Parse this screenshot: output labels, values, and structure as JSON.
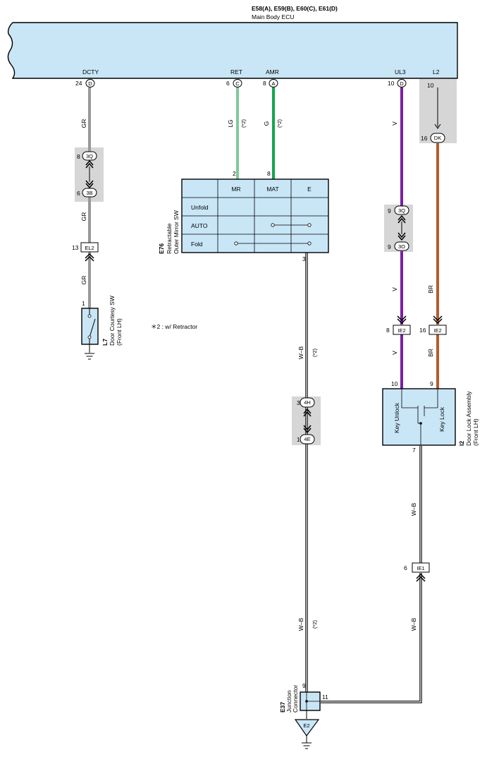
{
  "ecu": {
    "connectors": "E58(A), E59(B), E60(C), E61(D)",
    "name": "Main Body ECU",
    "pins": {
      "dcty": {
        "name": "DCTY",
        "num": "24",
        "conn": "D"
      },
      "ret": {
        "name": "RET",
        "num": "6",
        "conn": "C"
      },
      "amr": {
        "name": "AMR",
        "num": "8",
        "conn": "A"
      },
      "ul3": {
        "name": "UL3",
        "num": "10",
        "conn": "D"
      },
      "l2": {
        "name": "L2",
        "num": "10"
      }
    }
  },
  "wires": {
    "gr": "GR",
    "lg": "LG",
    "g": "G",
    "v": "V",
    "br": "BR",
    "wb": "W–B",
    "note_mark": "(*2)",
    "colors": {
      "gr": "#999999",
      "lg": "#7fc99a",
      "g": "#12a64f",
      "v": "#7a1fa2",
      "br": "#b45d2c",
      "wb": "#000000"
    }
  },
  "junctions": {
    "j3q": {
      "code": "3Q",
      "pin_top": "8",
      "code_b": "3B",
      "pin_bottom": "6"
    },
    "jdk": {
      "code": "DK",
      "pin": "16"
    },
    "jv": {
      "code": "3Q",
      "pin_top": "9",
      "code_b": "3O",
      "pin_bottom": "9"
    },
    "jwb": {
      "code": "4H",
      "pin_top": "3",
      "code_b": "4E",
      "pin_bottom": "1"
    }
  },
  "inline_connectors": {
    "el2": {
      "code": "EL2",
      "pin": "13"
    },
    "ie2a": {
      "code": "IE2",
      "pin": "8"
    },
    "ie2b": {
      "code": "IE2",
      "pin": "16"
    },
    "ie1": {
      "code": "IE1",
      "pin": "6"
    }
  },
  "mirror_switch": {
    "code": "E76",
    "name_line1": "Retractable",
    "name_line2": "Outer Mirror SW",
    "pin_mr": "2",
    "pin_mat": "8",
    "pin_e": "3",
    "columns": [
      "MR",
      "MAT",
      "E"
    ],
    "rows": [
      "Unfold",
      "AUTO",
      "Fold"
    ]
  },
  "courtesy_switch": {
    "code": "L7",
    "name": "Door Courtesy SW",
    "sub": "(Front LH)",
    "pin": "1"
  },
  "note": "＊2 : w/ Retractor",
  "door_lock": {
    "code": "I2",
    "name": "Door Lock Assembly",
    "sub": "(Front LH)",
    "label_unlock": "Key Unlock",
    "label_lock": "Key Lock",
    "pin_unlock": "10",
    "pin_lock": "9",
    "pin_out": "7"
  },
  "junction_connector": {
    "code": "E37",
    "name_line1": "Junction",
    "name_line2": "Connector",
    "pin_in": "9",
    "pin_out": "11"
  },
  "ground": {
    "code": "E2"
  }
}
